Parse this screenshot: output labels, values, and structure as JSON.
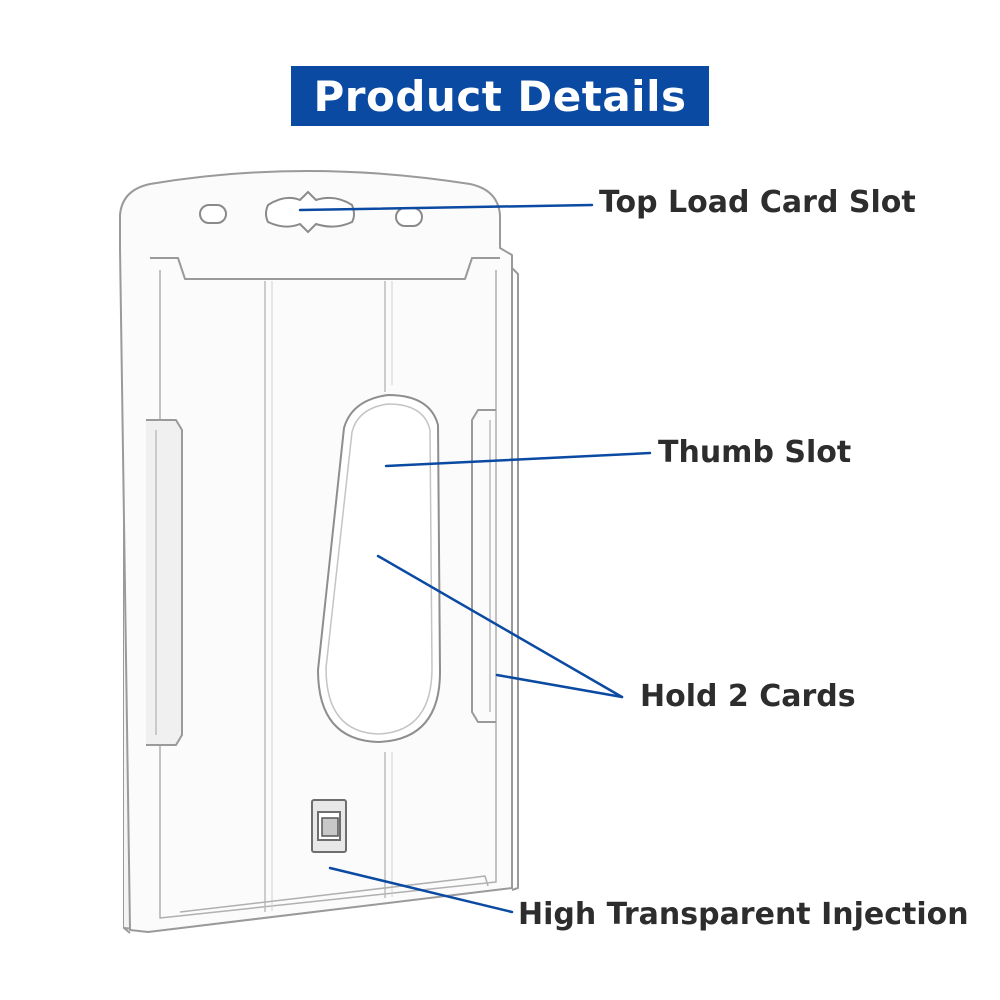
{
  "header": {
    "title": "Product Details"
  },
  "callouts": {
    "top_load_card_slot": "Top Load Card Slot",
    "thumb_slot": "Thumb Slot",
    "hold_2_cards": "Hold 2 Cards",
    "high_transparent_injection": "High Transparent Injection"
  },
  "colors": {
    "banner_bg": "#0b4aa2",
    "banner_text": "#ffffff",
    "callout_text": "#2d2d2d",
    "leader_line": "#0b4aa2",
    "holder_outline": "#9a9a9a"
  }
}
